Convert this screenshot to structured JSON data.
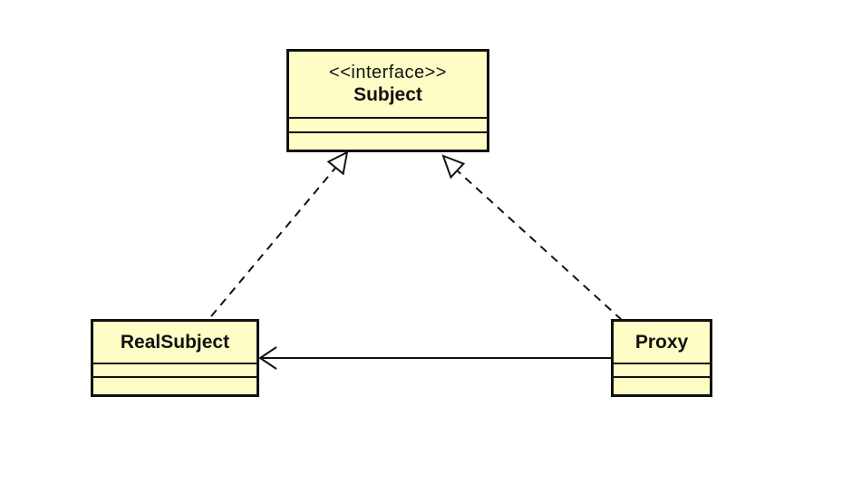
{
  "diagram": {
    "classes": {
      "subject": {
        "stereotype": "<<interface>>",
        "name": "Subject"
      },
      "real_subject": {
        "name": "RealSubject"
      },
      "proxy": {
        "name": "Proxy"
      }
    },
    "relations": [
      {
        "type": "realization",
        "from": "RealSubject",
        "to": "Subject"
      },
      {
        "type": "realization",
        "from": "Proxy",
        "to": "Subject"
      },
      {
        "type": "association",
        "from": "Proxy",
        "to": "RealSubject",
        "navigable": true
      }
    ],
    "colors": {
      "class_fill": "#fefdc6",
      "stroke": "#111111",
      "background": "#ffffff"
    }
  }
}
